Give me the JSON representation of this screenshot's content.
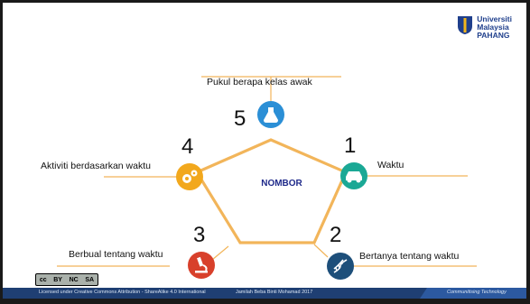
{
  "logo": {
    "lines": [
      "Universiti",
      "Malaysia",
      "PAHANG"
    ],
    "colors": {
      "blue": "#1f3f8c",
      "yellow": "#f2b51c"
    }
  },
  "center_label": "NOMBOR",
  "items": [
    {
      "number": "1",
      "label": "Waktu",
      "icon": "car-icon",
      "color": "#1aa895"
    },
    {
      "number": "2",
      "label": "Bertanya tentang waktu",
      "icon": "dna-icon",
      "color": "#1d4f7a"
    },
    {
      "number": "3",
      "label": "Berbual tentang waktu",
      "icon": "microscope-icon",
      "color": "#d8402b"
    },
    {
      "number": "4",
      "label": "Aktiviti berdasarkan waktu",
      "icon": "gears-icon",
      "color": "#f2a81d"
    },
    {
      "number": "5",
      "label": "Pukul berapa kelas awak",
      "icon": "flask-icon",
      "color": "#2b8fd6"
    }
  ],
  "pentagon_color": "#f2b55a",
  "license_badge": [
    "cc",
    "BY",
    "NC",
    "SA"
  ],
  "footer": {
    "left_text": "Licensed under Creative Commons Attribution - ShareAlike 4.0 International",
    "middle_text": "Jamilah Beba Binti Mohamad 2017",
    "right_text": "Communitising Technology"
  }
}
